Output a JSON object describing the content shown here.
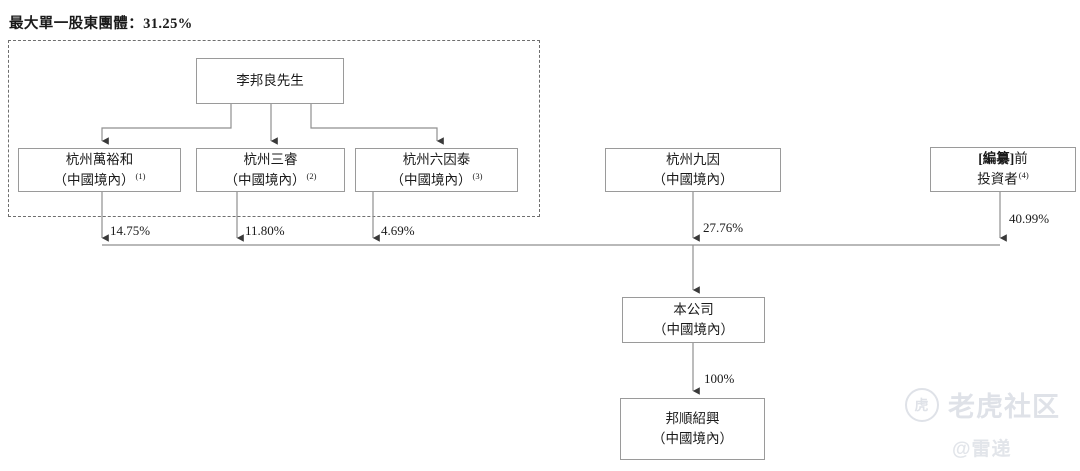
{
  "header": {
    "text": "最大單一股東團體：31.25%"
  },
  "controller_group": {
    "label": "controlling-shareholder-group"
  },
  "nodes": {
    "person": {
      "line1": "李邦良先生",
      "line2": ""
    },
    "entity1": {
      "line1": "杭州萬裕和",
      "line2": "（中國境內）",
      "note": "(1)"
    },
    "entity2": {
      "line1": "杭州三睿",
      "line2": "（中國境內）",
      "note": "(2)"
    },
    "entity3": {
      "line1": "杭州六因泰",
      "line2": "（中國境內）",
      "note": "(3)"
    },
    "entity4": {
      "line1": "杭州九因",
      "line2": "（中國境內）",
      "note": ""
    },
    "entity5": {
      "line1_bracket": "[編纂]",
      "line1_rest": "前",
      "line2": "投資者",
      "note": "(4)"
    },
    "company": {
      "line1": "本公司",
      "line2": "（中國境內）"
    },
    "subsidiary": {
      "line1": "邦順紹興",
      "line2": "（中國境內）"
    }
  },
  "edges": {
    "pct1": "14.75%",
    "pct2": "11.80%",
    "pct3": "4.69%",
    "pct4": "27.76%",
    "pct5": "40.99%",
    "pct6": "100%"
  },
  "watermarks": {
    "primary": "老虎社区",
    "primary_mark": "虎",
    "secondary": "@雷递"
  }
}
